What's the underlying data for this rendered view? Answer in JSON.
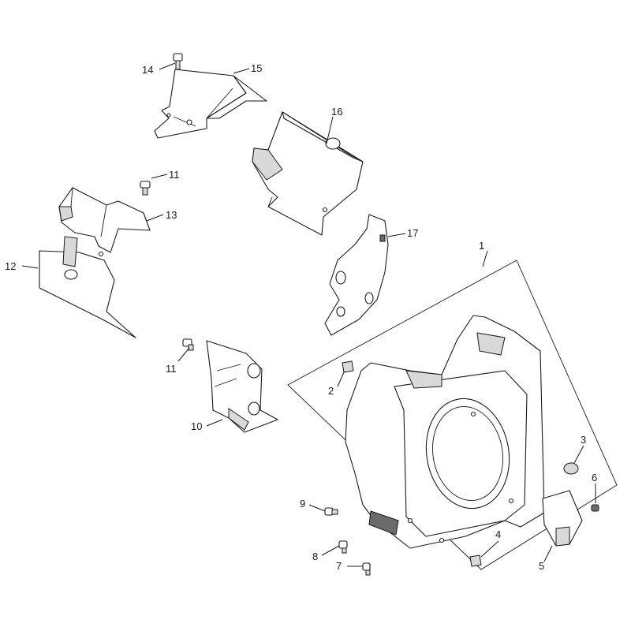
{
  "diagram": {
    "callouts": [
      {
        "id": "c1",
        "label": "1"
      },
      {
        "id": "c2",
        "label": "2"
      },
      {
        "id": "c3",
        "label": "3"
      },
      {
        "id": "c4",
        "label": "4"
      },
      {
        "id": "c5",
        "label": "5"
      },
      {
        "id": "c6",
        "label": "6"
      },
      {
        "id": "c7",
        "label": "7"
      },
      {
        "id": "c8",
        "label": "8"
      },
      {
        "id": "c9",
        "label": "9"
      },
      {
        "id": "c10",
        "label": "10"
      },
      {
        "id": "c11a",
        "label": "11"
      },
      {
        "id": "c11b",
        "label": "11"
      },
      {
        "id": "c12",
        "label": "12"
      },
      {
        "id": "c13",
        "label": "13"
      },
      {
        "id": "c14",
        "label": "14"
      },
      {
        "id": "c15",
        "label": "15"
      },
      {
        "id": "c16",
        "label": "16"
      },
      {
        "id": "c17",
        "label": "17"
      }
    ]
  }
}
